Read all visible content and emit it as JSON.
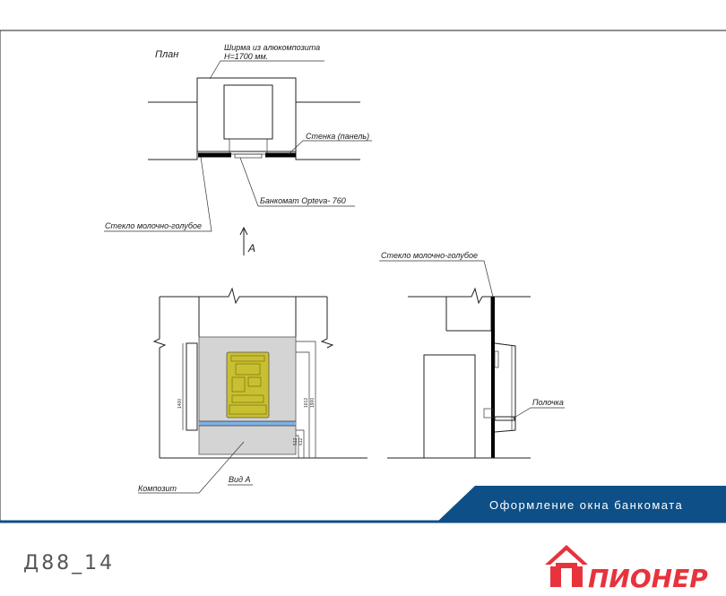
{
  "labels": {
    "plan_title": "План",
    "screen_line1": "Ширма из алюкомпозита",
    "screen_line2": "H=1700 мм.",
    "wall_panel": "Стенка (панель)",
    "atm": "Банкомат Opteva- 760",
    "glass_left": "Стекло молочно-голубое",
    "view_arrow": "A",
    "glass_right": "Стекло молочно-голубое",
    "shelf": "Полочка",
    "composite": "Композит",
    "view_a": "Вид А",
    "dim_1400": "1400",
    "dim_1612": "1612",
    "dim_1900": "1900",
    "dim_512": "512",
    "dim_612": "612"
  },
  "banner": {
    "title": "Оформление окна банкомата"
  },
  "sheet": {
    "code": "Д88_14"
  },
  "logo": {
    "name": "ПИОНЕР"
  },
  "colors": {
    "banner_blue": "#0d4f86",
    "logo_red": "#e8323c",
    "atm_fill": "#c8c030",
    "panel_grey": "#d4d4d4",
    "glass_stripe": "#7fb2e6"
  }
}
